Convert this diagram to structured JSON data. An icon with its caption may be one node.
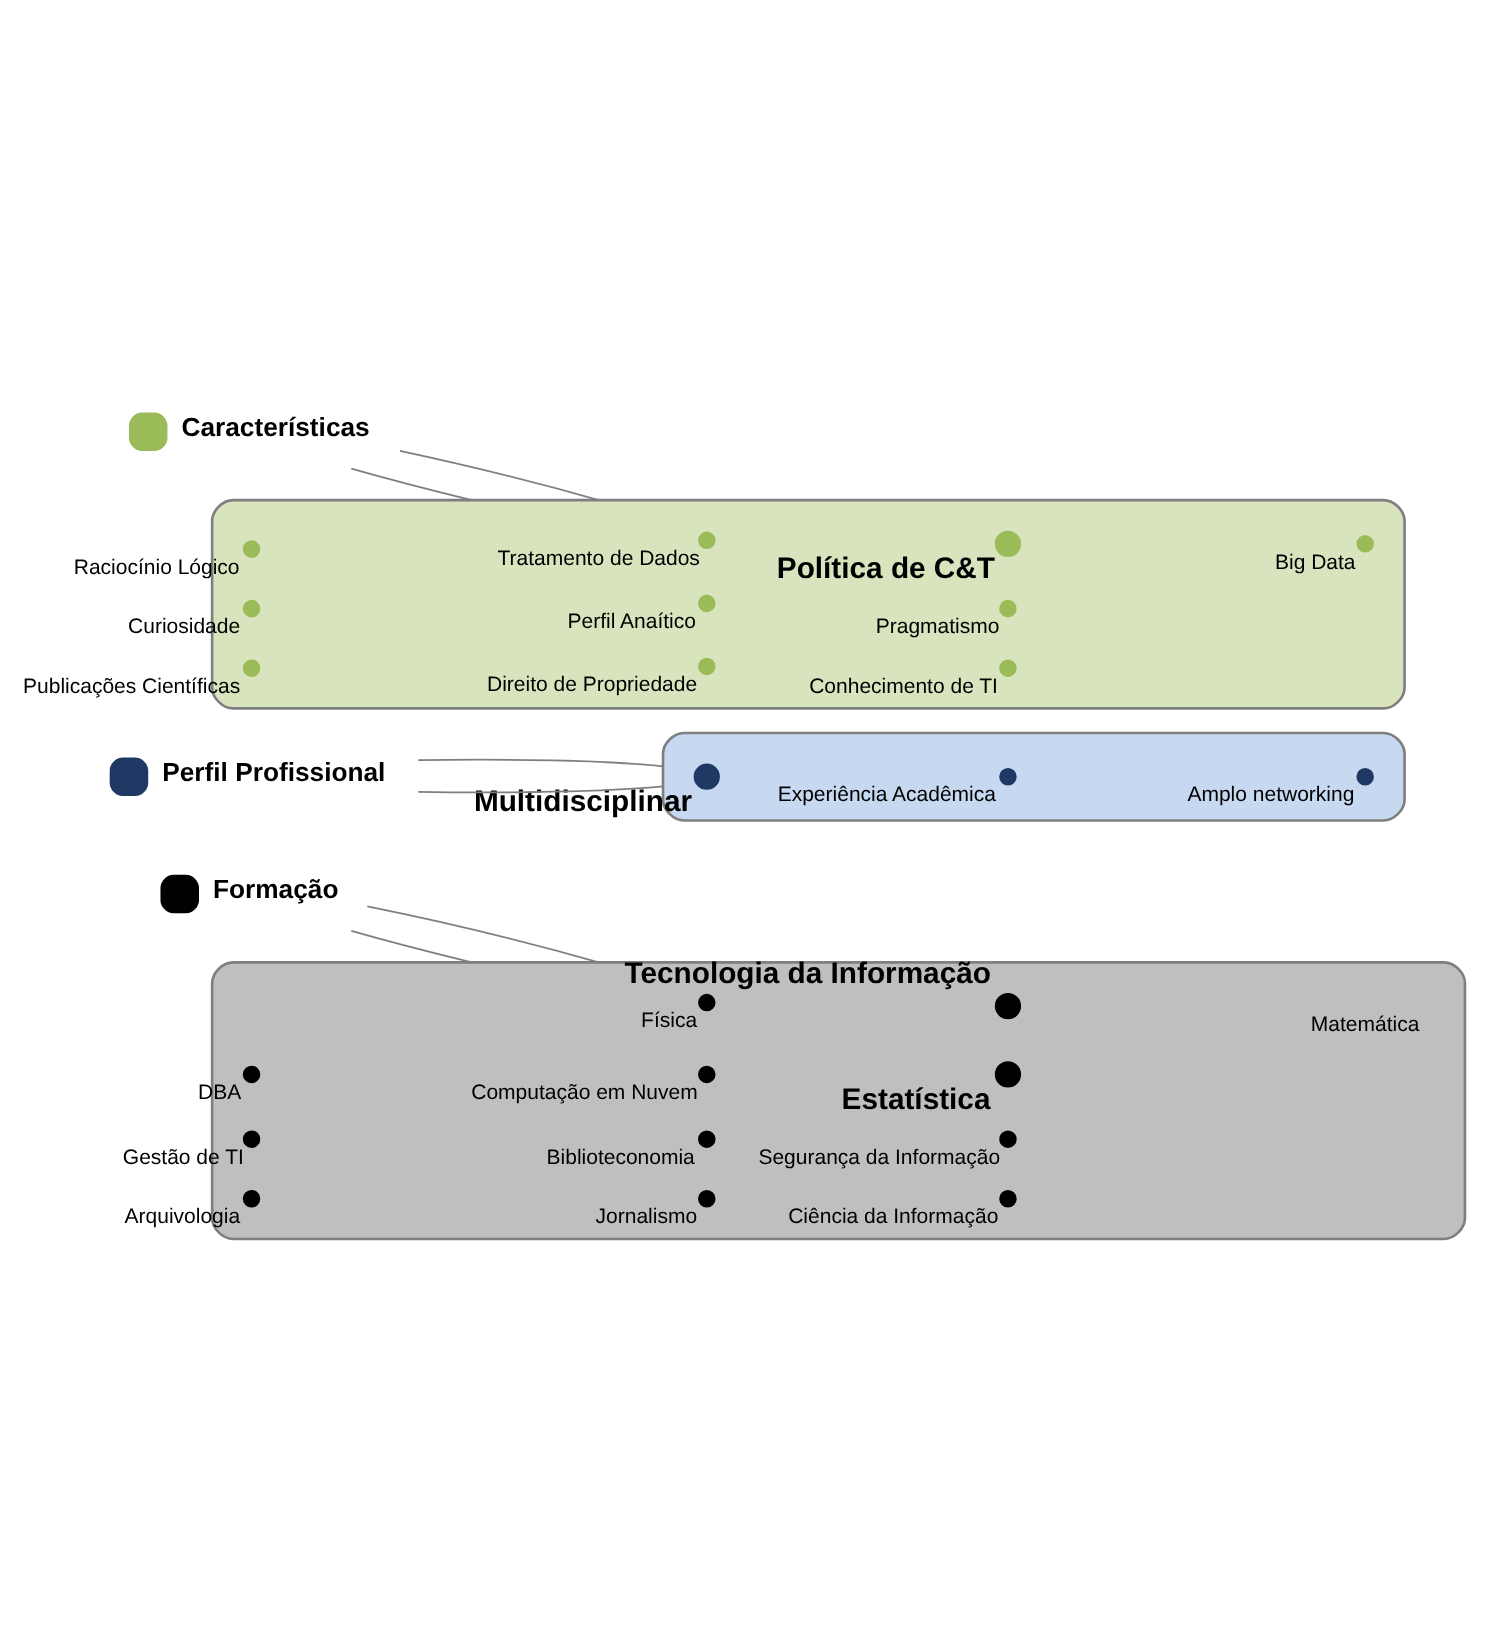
{
  "diagram": {
    "nodes": [
      {
        "text": [
          "Formação"
        ]
      },
      {
        "text": [],
        "shape": "cloud"
      },
      {
        "text": [
          "Física"
        ],
        "in": 1
      },
      {
        "text": [
          "Tecnologia da Informação"
        ],
        "in": 1
      },
      {
        "text": [
          "Matemática"
        ],
        "in": 1
      },
      {
        "text": [
          "DBA"
        ],
        "in": 1
      },
      {
        "text": [
          "Computação em Nuvem"
        ],
        "in": 1
      },
      {
        "text": [
          "Estatística"
        ],
        "in": 1
      },
      {
        "text": [
          "Gestão de TI"
        ],
        "in": 1
      },
      {
        "text": [
          "Biblioteconomia"
        ],
        "in": 1
      },
      {
        "text": [
          "Segurança da Informação"
        ],
        "in": 1
      },
      {
        "text": [
          "Arquivologia"
        ],
        "in": 1
      },
      {
        "text": [
          "Jornalismo"
        ],
        "in": 1
      },
      {
        "text": [
          "Ciência da Informação"
        ],
        "in": 1
      },
      {
        "text": [
          "Perfil Profissional"
        ]
      },
      {
        "text": [],
        "shape": "cloud"
      },
      {
        "text": [
          "Multidisciplinar"
        ],
        "in": 15
      },
      {
        "text": [
          "Experiência Acadêmica"
        ],
        "in": 15
      },
      {
        "text": [
          "Amplo networking"
        ],
        "in": 15
      },
      {
        "text": [
          "Características"
        ]
      },
      {
        "text": [],
        "shape": "cloud"
      },
      {
        "text": [
          "Tratamento de Dados"
        ],
        "in": 20
      },
      {
        "text": [
          "Política de C&T"
        ],
        "in": 20
      },
      {
        "text": [
          "Big Data"
        ],
        "in": 20
      },
      {
        "text": [
          "Raciocínio Lógico"
        ],
        "in": 20
      },
      {
        "text": [
          "Perfil Anaítico"
        ],
        "in": 20
      },
      {
        "text": [
          "Pragmatismo"
        ],
        "in": 20
      },
      {
        "text": [
          "Curiosidade"
        ],
        "in": 20
      },
      {
        "text": [
          "Direito de Propriedade"
        ],
        "in": 20
      },
      {
        "text": [
          "Conhecimento de TI"
        ],
        "in": 20
      },
      {
        "text": [
          "Publicações Científicas"
        ],
        "in": 20
      }
    ],
    "edges": [
      {
        "from": 0,
        "to": 1,
        "arrow": "none"
      },
      {
        "from": 0,
        "to": 1,
        "arrow": "none"
      },
      {
        "from": 14,
        "to": 15,
        "arrow": "none"
      },
      {
        "from": 14,
        "to": 15,
        "arrow": "none"
      },
      {
        "from": 19,
        "to": 20,
        "arrow": "none"
      },
      {
        "from": 19,
        "to": 20,
        "arrow": "none"
      }
    ]
  }
}
